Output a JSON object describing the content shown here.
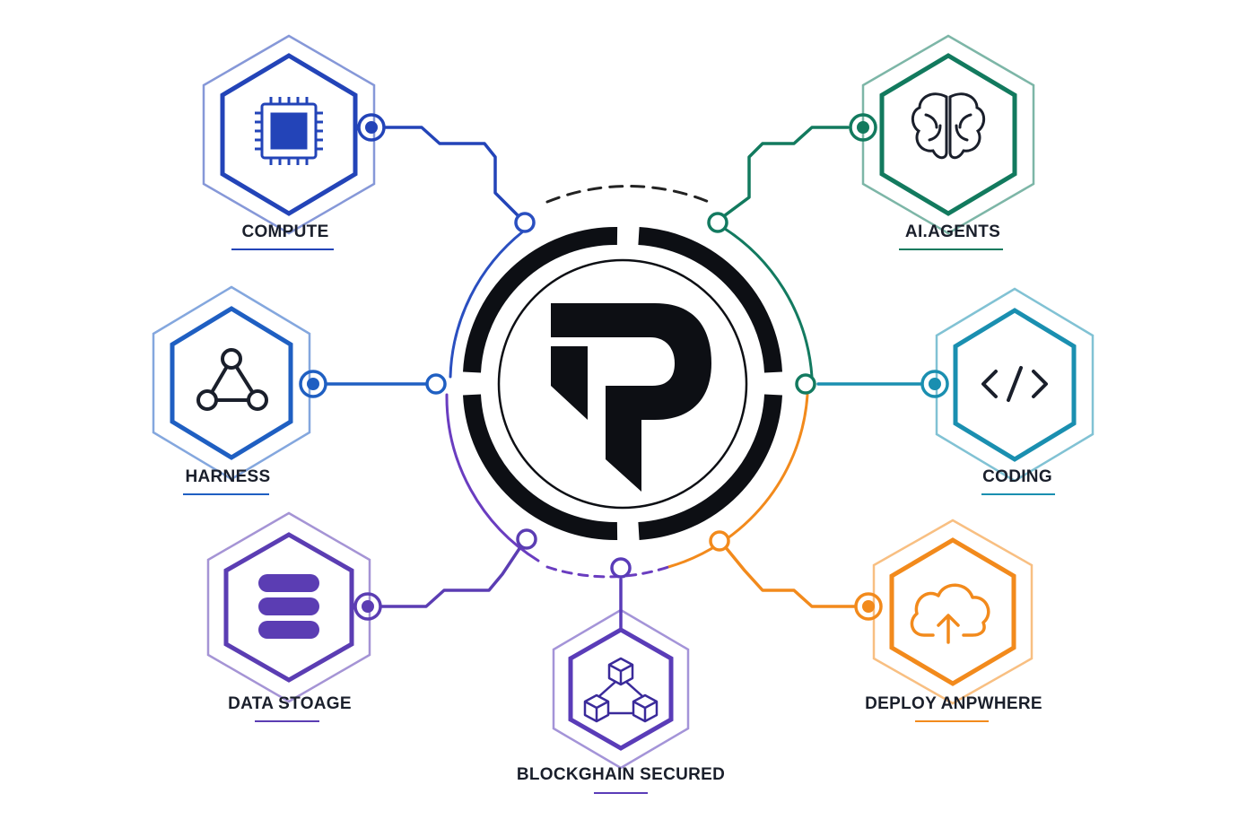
{
  "center": {
    "logo_icon": "p-logo-icon",
    "ring_color": "#0d0f14"
  },
  "nodes": [
    {
      "id": "compute",
      "label": "COMPUTE",
      "icon": "cpu-chip-icon",
      "color": "#2344b8"
    },
    {
      "id": "ai-agents",
      "label": "AI.AGENTS",
      "icon": "brain-icon",
      "color": "#127a5e"
    },
    {
      "id": "harness",
      "label": "HARNESS",
      "icon": "network-triangle-icon",
      "color": "#1f5fc2"
    },
    {
      "id": "coding",
      "label": "CODING",
      "icon": "code-brackets-icon",
      "color": "#1a8fb0"
    },
    {
      "id": "data-storage",
      "label": "DATA STOAGE",
      "icon": "database-icon",
      "color": "#5b3db3"
    },
    {
      "id": "blockchain",
      "label": "BLOCKGHAIN SECURED",
      "icon": "blocks-icon",
      "color": "#5a3cb8"
    },
    {
      "id": "deploy",
      "label": "DEPLOY ANPWHERE",
      "icon": "cloud-upload-icon",
      "color": "#f28a1c"
    }
  ]
}
